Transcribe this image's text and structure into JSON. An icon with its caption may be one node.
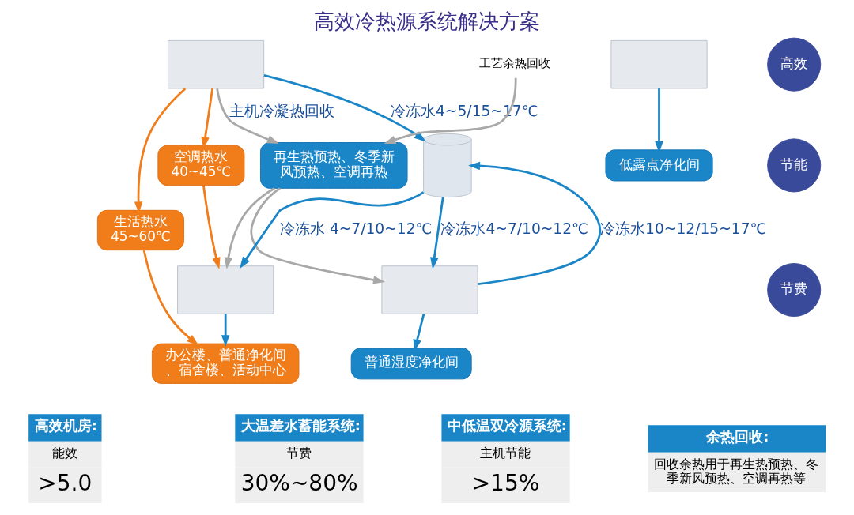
{
  "diagram": {
    "title": "高效冷热源系统解决方案",
    "nodes": [
      {
        "text": [
          "生活热水",
          "45~60℃"
        ]
      },
      {
        "text": [
          "空调热水",
          "40~45℃"
        ]
      },
      {
        "text": [],
        "shape": "box"
      },
      {
        "text": [
          "工艺余热回收"
        ]
      },
      {
        "text": [
          "再生热预热、冬季新风预热、空调再热"
        ]
      },
      {
        "text": [],
        "shape": "box"
      },
      {
        "text": [],
        "shape": "cylinder"
      },
      {
        "text": [],
        "shape": "box"
      },
      {
        "text": [],
        "shape": "box"
      },
      {
        "text": [
          "办公楼、普通净化间、宿舍楼、活动中心"
        ]
      },
      {
        "text": [
          "普通湿度净化间"
        ]
      },
      {
        "text": [
          "低露点净化间"
        ]
      },
      {
        "text": [
          "高效"
        ]
      },
      {
        "text": [
          "节能"
        ]
      },
      {
        "text": [
          "节费"
        ]
      },
      {
        "text": [
          "高效机房:",
          "能效",
          ">5.0"
        ]
      },
      {
        "text": [
          "大温差水蓄能系统:",
          "节费",
          "30%~80%"
        ]
      },
      {
        "text": [
          "中低温双冷源系统:",
          "主机节能",
          ">15%"
        ]
      },
      {
        "text": [
          "余热回收:",
          "回收余热用于再生热预热、冬季新风预热、空调再热等"
        ]
      }
    ],
    "edges": [
      {
        "from": 2,
        "to": 0,
        "arrow": "to",
        "color": "#f07d1a"
      },
      {
        "from": 2,
        "to": 1,
        "arrow": "to",
        "color": "#f07d1a"
      },
      {
        "from": 0,
        "to": 9,
        "arrow": "to",
        "color": "#f07d1a"
      },
      {
        "from": 1,
        "to": 5,
        "arrow": "to",
        "color": "#f07d1a"
      },
      {
        "from": 2,
        "to": 6,
        "arrow": "to",
        "label": "冷冻水4~5/15~17℃"
      },
      {
        "from": 6,
        "to": 5,
        "arrow": "to",
        "label": "冷冻水 4~7/10~12℃"
      },
      {
        "from": 6,
        "to": 7,
        "arrow": "to",
        "label": "冷冻水4~7/10~12℃"
      },
      {
        "from": 7,
        "to": 6,
        "arrow": "to",
        "label": "冷冻水10~12/15~17℃"
      },
      {
        "from": 5,
        "to": 9,
        "arrow": "to"
      },
      {
        "from": 7,
        "to": 10,
        "arrow": "to"
      },
      {
        "from": 8,
        "to": 11,
        "arrow": "to"
      },
      {
        "from": 2,
        "to": 4,
        "arrow": "to",
        "label": "主机冷凝热回收",
        "color": "#a8a8a8"
      },
      {
        "from": 3,
        "to": 4,
        "arrow": "to",
        "color": "#a8a8a8"
      },
      {
        "from": 4,
        "to": 5,
        "arrow": "to",
        "color": "#a8a8a8"
      },
      {
        "from": 4,
        "to": 7,
        "arrow": "to",
        "color": "#a8a8a8"
      }
    ]
  }
}
